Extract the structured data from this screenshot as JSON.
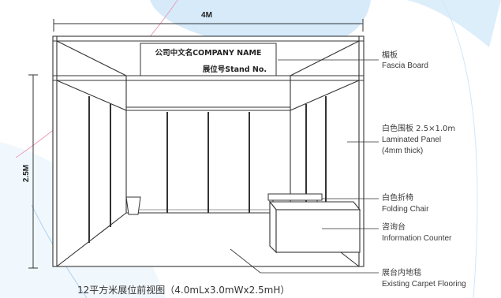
{
  "diagram": {
    "top_dimension": "4M",
    "side_dimension": "2.5M",
    "fascia": {
      "company_name": "公司中文名COMPANY NAME",
      "stand_no": "展位号Stand No."
    },
    "callouts": [
      {
        "cn": "楣板",
        "en": [
          "Fascia Board"
        ]
      },
      {
        "cn": "白色围板 2.5×1.0m",
        "en": [
          "Laminated Panel",
          "(4mm thick)"
        ]
      },
      {
        "cn": "白色折椅",
        "en": [
          "Folding Chair"
        ]
      },
      {
        "cn": "咨询台",
        "en": [
          "Information Counter"
        ]
      },
      {
        "cn": "展台内地毯",
        "en": [
          "Existing Carpet Flooring"
        ]
      }
    ],
    "caption": "12平方米展位前视图（4.0mLx3.0mWx2.5mH）",
    "colors": {
      "stroke": "#333333",
      "accent_light": "#cfe6f9",
      "accent_mid": "#a9d3f2",
      "decor_pink": "#e9a0b4"
    }
  }
}
